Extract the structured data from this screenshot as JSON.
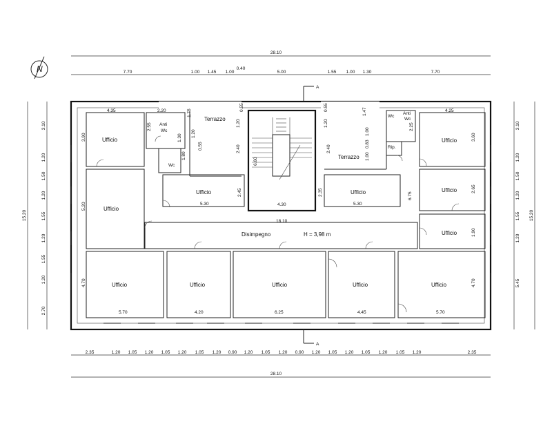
{
  "rooms": {
    "ufficio": "Ufficio",
    "terrazzo": "Terrazzo",
    "anti_wc": [
      "Anti",
      "Wc"
    ],
    "wc": "Wc",
    "rip": "Rip.",
    "disimpegno": "Disimpegno",
    "height": "H = 3,98 m"
  },
  "section_mark": "A",
  "north": "N",
  "dims": {
    "overall_top": "28.10",
    "overall_bottom": "28.10",
    "top_chain": [
      "7.70",
      "1.00",
      "1.45",
      "1.00",
      "0.40",
      "5.00",
      "1.55",
      "1.00",
      "1.30",
      "7.70"
    ],
    "bottom_chain": [
      "2.35",
      "1.20",
      "1.05",
      "1.20",
      "1.05",
      "1.20",
      "1.05",
      "1.20",
      "0.90",
      "1.20",
      "1.05",
      "1.20",
      "0.90",
      "1.20",
      "1.05",
      "1.20",
      "1.05",
      "1.20",
      "1.05",
      "1.20",
      "2.35"
    ],
    "left_chain": [
      "3.10",
      "1.20",
      "1.50",
      "1.20",
      "1.55",
      "1.20",
      "1.55",
      "1.20",
      "2.70"
    ],
    "right_chain": [
      "3.10",
      "1.20",
      "1.50",
      "1.20",
      "1.55",
      "1.20",
      "5.45"
    ],
    "overall_left": "15.20",
    "overall_right": "15.20",
    "inner": {
      "d435": "4.35",
      "d220": "2.20",
      "d390": "3.90",
      "d255": "2.55",
      "d175": "1.75",
      "d120a": "1.20",
      "d130": "1.30",
      "d055a": "0.55",
      "d180": "1.80",
      "d055b": "0.55",
      "d240": "2.40",
      "d520": "5.20",
      "d530a": "5.30",
      "d245": "2.45",
      "d660": "6.60",
      "d430": "4.30",
      "d1810": "18.10",
      "d235": "2.35",
      "d530b": "5.30",
      "d675": "6.75",
      "d055c": "0.55",
      "d120b": "1.20",
      "d147": "1.47",
      "d240b": "2.40",
      "d100": "1.00",
      "d083": "0.83",
      "d100b": "1.00",
      "d225": "2.25",
      "d425": "4.25",
      "d360": "3.60",
      "d265": "2.65",
      "d190": "1.90",
      "d470a": "4.70",
      "d570a": "5.70",
      "d420": "4.20",
      "d625": "6.25",
      "d445": "4.45",
      "d570b": "5.70",
      "d470b": "4.70"
    }
  }
}
